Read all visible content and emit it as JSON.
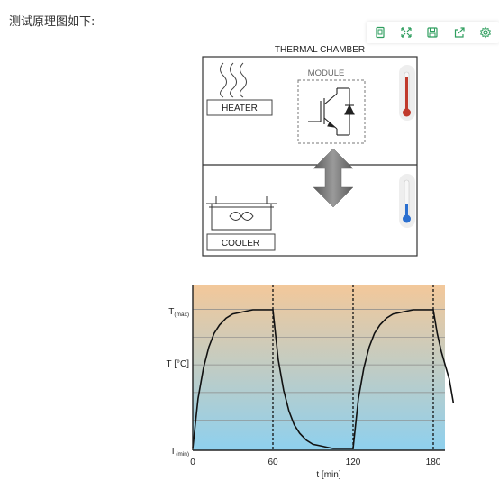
{
  "intro_text": "测试原理图如下:",
  "toolbar": {
    "accent_color": "#2e9e5e",
    "items": [
      {
        "name": "screenshot-icon"
      },
      {
        "name": "fullscreen-icon"
      },
      {
        "name": "save-icon"
      },
      {
        "name": "share-icon"
      },
      {
        "name": "settings-icon"
      }
    ]
  },
  "chamber": {
    "title": "THERMAL CHAMBER",
    "module_label": "MODULE",
    "heater_label": "HEATER",
    "cooler_label": "COOLER",
    "hot_color": "#c0392b",
    "cold_color": "#2a6fd0"
  },
  "chart_data": {
    "type": "line",
    "x_ticks": [
      "0",
      "60",
      "120",
      "180"
    ],
    "y_ticks": [
      "T(min)",
      "T [°C]",
      "T(max)"
    ],
    "xlabel": "t [min]",
    "ylabel": "",
    "xlim": [
      0,
      195
    ],
    "ylim": [
      0,
      1
    ],
    "grid": true,
    "vlines": [
      60,
      120,
      180
    ],
    "gradient": {
      "top": "#f3c89a",
      "bottom": "#8ed0ee"
    },
    "series": [
      {
        "x": [
          0,
          4,
          8,
          12,
          16,
          20,
          25,
          30,
          35,
          40,
          45,
          50,
          55,
          60,
          64,
          68,
          72,
          76,
          80,
          85,
          90,
          95,
          100,
          105,
          110,
          115,
          120,
          124,
          128,
          132,
          136,
          140,
          145,
          150,
          155,
          160,
          165,
          170,
          175,
          180,
          183,
          186,
          189,
          192,
          195
        ],
        "y": [
          0.0,
          0.36,
          0.58,
          0.73,
          0.83,
          0.89,
          0.94,
          0.97,
          0.98,
          0.99,
          1.0,
          1.0,
          1.0,
          1.0,
          0.64,
          0.42,
          0.27,
          0.17,
          0.11,
          0.06,
          0.03,
          0.02,
          0.01,
          0.0,
          0.0,
          0.0,
          0.0,
          0.36,
          0.58,
          0.73,
          0.83,
          0.89,
          0.94,
          0.97,
          0.98,
          0.99,
          1.0,
          1.0,
          1.0,
          1.0,
          0.83,
          0.7,
          0.6,
          0.5,
          0.33
        ]
      }
    ]
  }
}
